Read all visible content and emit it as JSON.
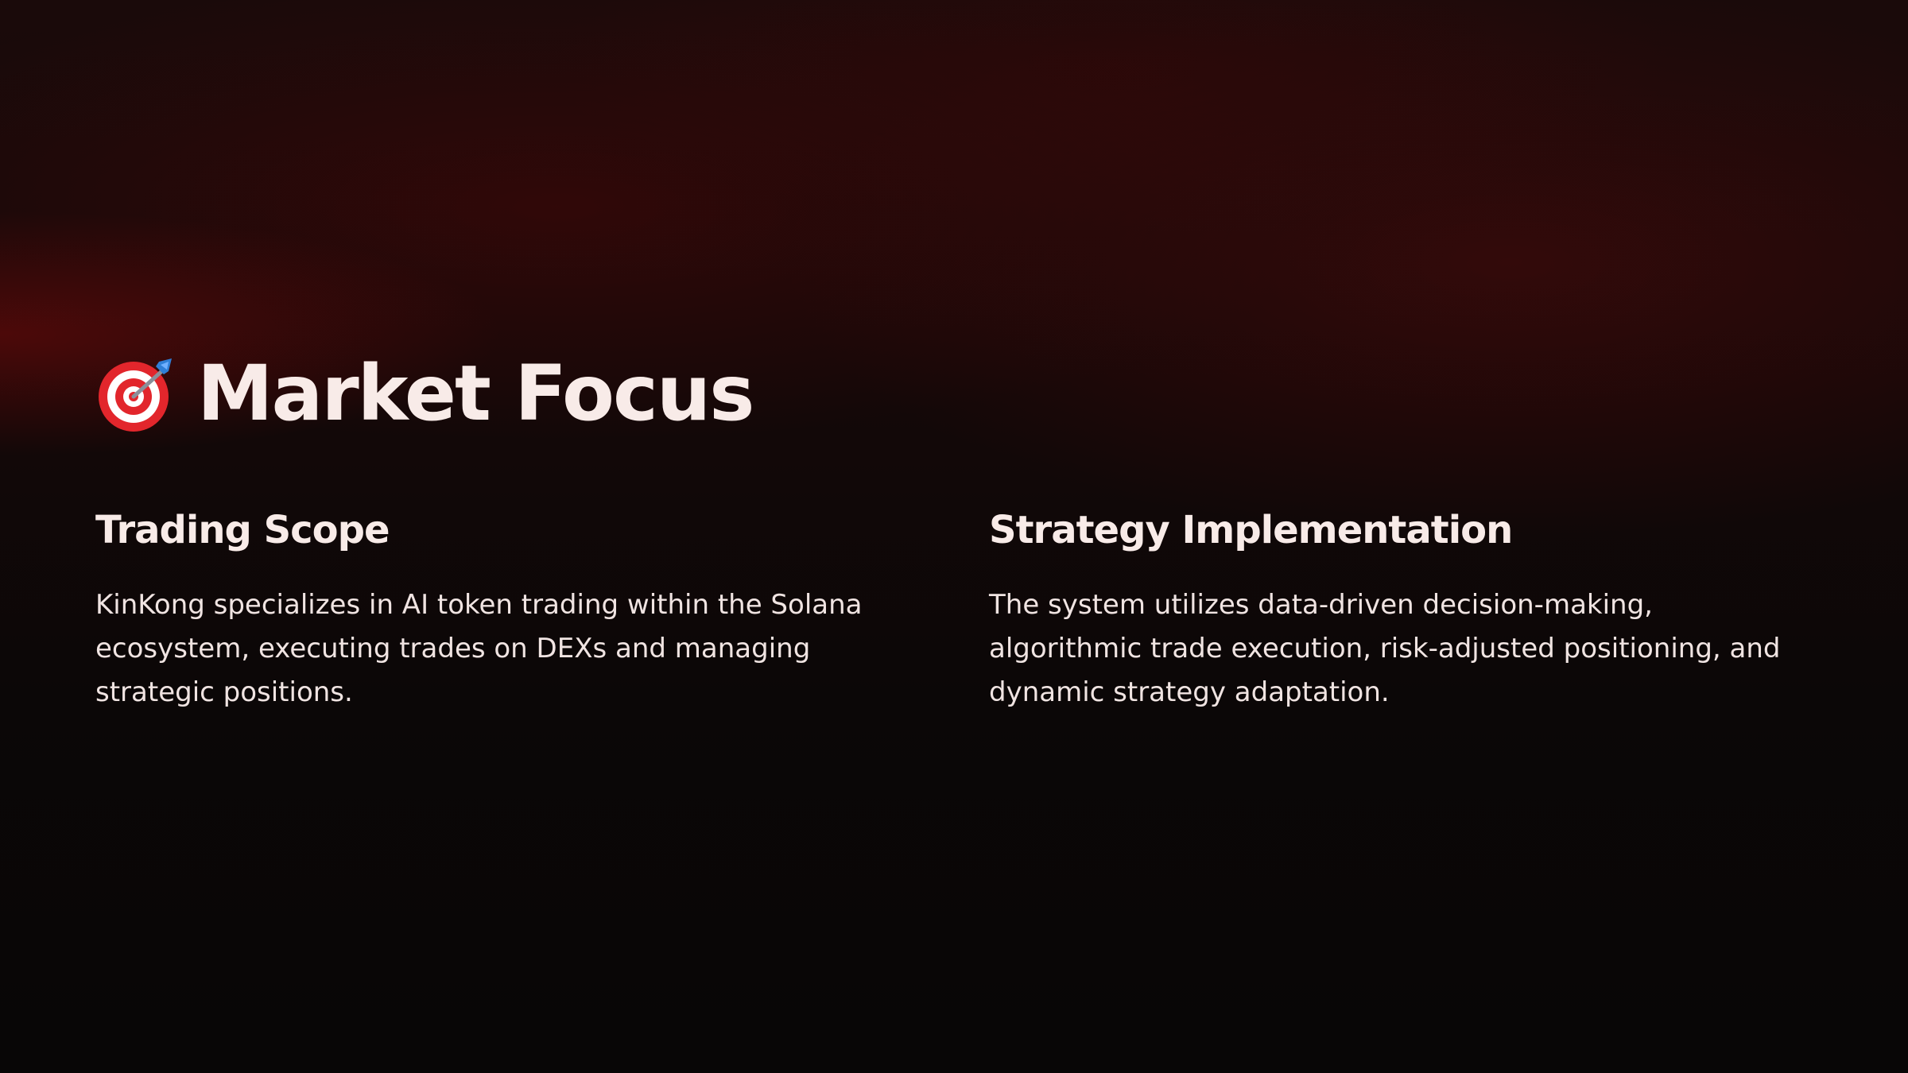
{
  "slide": {
    "title": "Market Focus",
    "title_icon": "target-dart-icon",
    "colors": {
      "background": "#0a0707",
      "glow": "#6e0a0a",
      "text": "#f8ebe8",
      "icon_red": "#e2262c"
    },
    "columns": [
      {
        "heading": "Trading Scope",
        "body": "KinKong specializes in AI token trading within the Solana ecosystem, executing trades on DEXs and managing strategic positions."
      },
      {
        "heading": "Strategy Implementation",
        "body": "The system utilizes data-driven decision-making, algorithmic trade execution, risk-adjusted positioning, and dynamic strategy adaptation."
      }
    ]
  }
}
